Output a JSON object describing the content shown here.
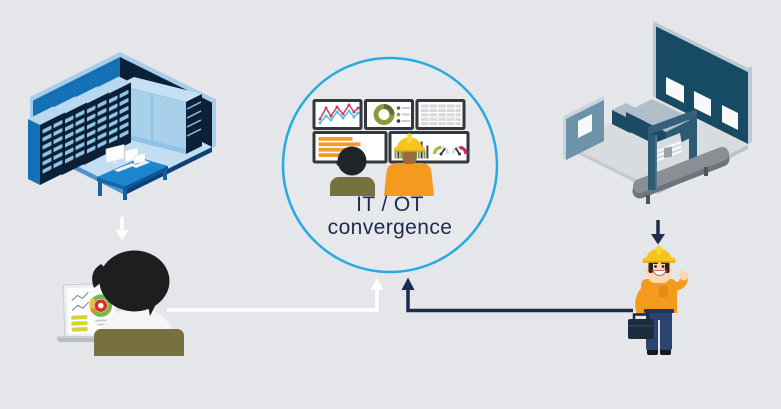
{
  "title": {
    "line1": "IT / OT",
    "line2": "convergence"
  },
  "colors": {
    "background": "#e4e6e9",
    "circle_stroke": "#29a9e1",
    "title_text": "#1d2b4f",
    "arrow_white": "#ffffff",
    "arrow_navy": "#1d2b4f",
    "server_room_blue": "#1372b5",
    "server_room_dark": "#0c2138",
    "factory_wall_teal": "#174a63",
    "helmet_yellow": "#f6c51d",
    "shirt_orange": "#f49b1f",
    "olive": "#77713f"
  },
  "icons": [
    {
      "name": "server-room-icon",
      "meaning": "isometric data center with server racks, cabinet and desk"
    },
    {
      "name": "factory-cell-icon",
      "meaning": "isometric factory cell with conveyor belt, gantry and windowed walls"
    },
    {
      "name": "monitor-wall-icon",
      "meaning": "five control-room screens with line chart, donut chart, table, bars and gauges"
    },
    {
      "name": "it-analyst-icon",
      "meaning": "person with black hair at laptop showing dashboard"
    },
    {
      "name": "field-worker-icon",
      "meaning": "worker with yellow hard hat, orange shirt and toolbox"
    },
    {
      "name": "operators-pair-icon",
      "meaning": "IT operator and hard-hat worker watching monitor wall"
    }
  ],
  "arrows": [
    {
      "name": "server-room-to-analyst",
      "direction": "down",
      "color": "#ffffff"
    },
    {
      "name": "analyst-to-convergence",
      "direction": "right-then-up",
      "color": "#ffffff"
    },
    {
      "name": "factory-to-worker",
      "direction": "down",
      "color": "#1d2b4f"
    },
    {
      "name": "worker-to-convergence",
      "direction": "left-then-up",
      "color": "#1d2b4f"
    }
  ]
}
